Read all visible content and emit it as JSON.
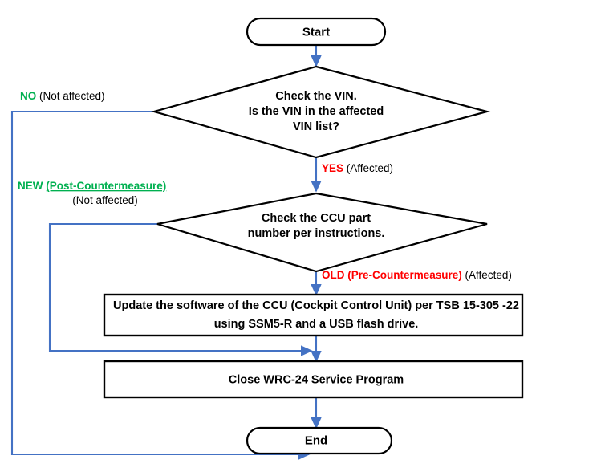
{
  "diagram": {
    "title": "VIN / CCU countermeasure service flowchart",
    "colors": {
      "connector": "#4472C4",
      "outline": "#000000",
      "yes_red": "#FF0000",
      "no_green": "#00B050",
      "highlight": "#FFFF00",
      "background": "#FFFFFF"
    },
    "nodes": {
      "start": {
        "shape": "terminator",
        "label": "Start"
      },
      "decision_vin": {
        "shape": "decision",
        "lines": [
          "Check the VIN.",
          "Is the VIN in the affected",
          "VIN list?"
        ]
      },
      "decision_ccu": {
        "shape": "decision",
        "lines": [
          "Check the CCU part",
          "number per instructions."
        ]
      },
      "process_update": {
        "shape": "process",
        "line1_a": "Update the software of the CCU (Cockpit Control Unit) ",
        "line1_highlight": "per TSB 15-305 -22",
        "line2": "using SSM5-R and a USB flash drive."
      },
      "process_close": {
        "shape": "process",
        "label": "Close WRC-24 Service Program"
      },
      "end": {
        "shape": "terminator",
        "label": "End"
      }
    },
    "edge_labels": {
      "vin_no": {
        "strong": "NO",
        "rest": " (Not affected)"
      },
      "vin_yes": {
        "strong": "YES",
        "rest": " (Affected)"
      },
      "ccu_new": {
        "strong_plain": "NEW ",
        "strong_underlined": "(Post-Countermeasure)",
        "second_line": "(Not affected)"
      },
      "ccu_old": {
        "strong": "OLD (Pre-Countermeasure)",
        "rest": " (Affected)"
      }
    }
  }
}
